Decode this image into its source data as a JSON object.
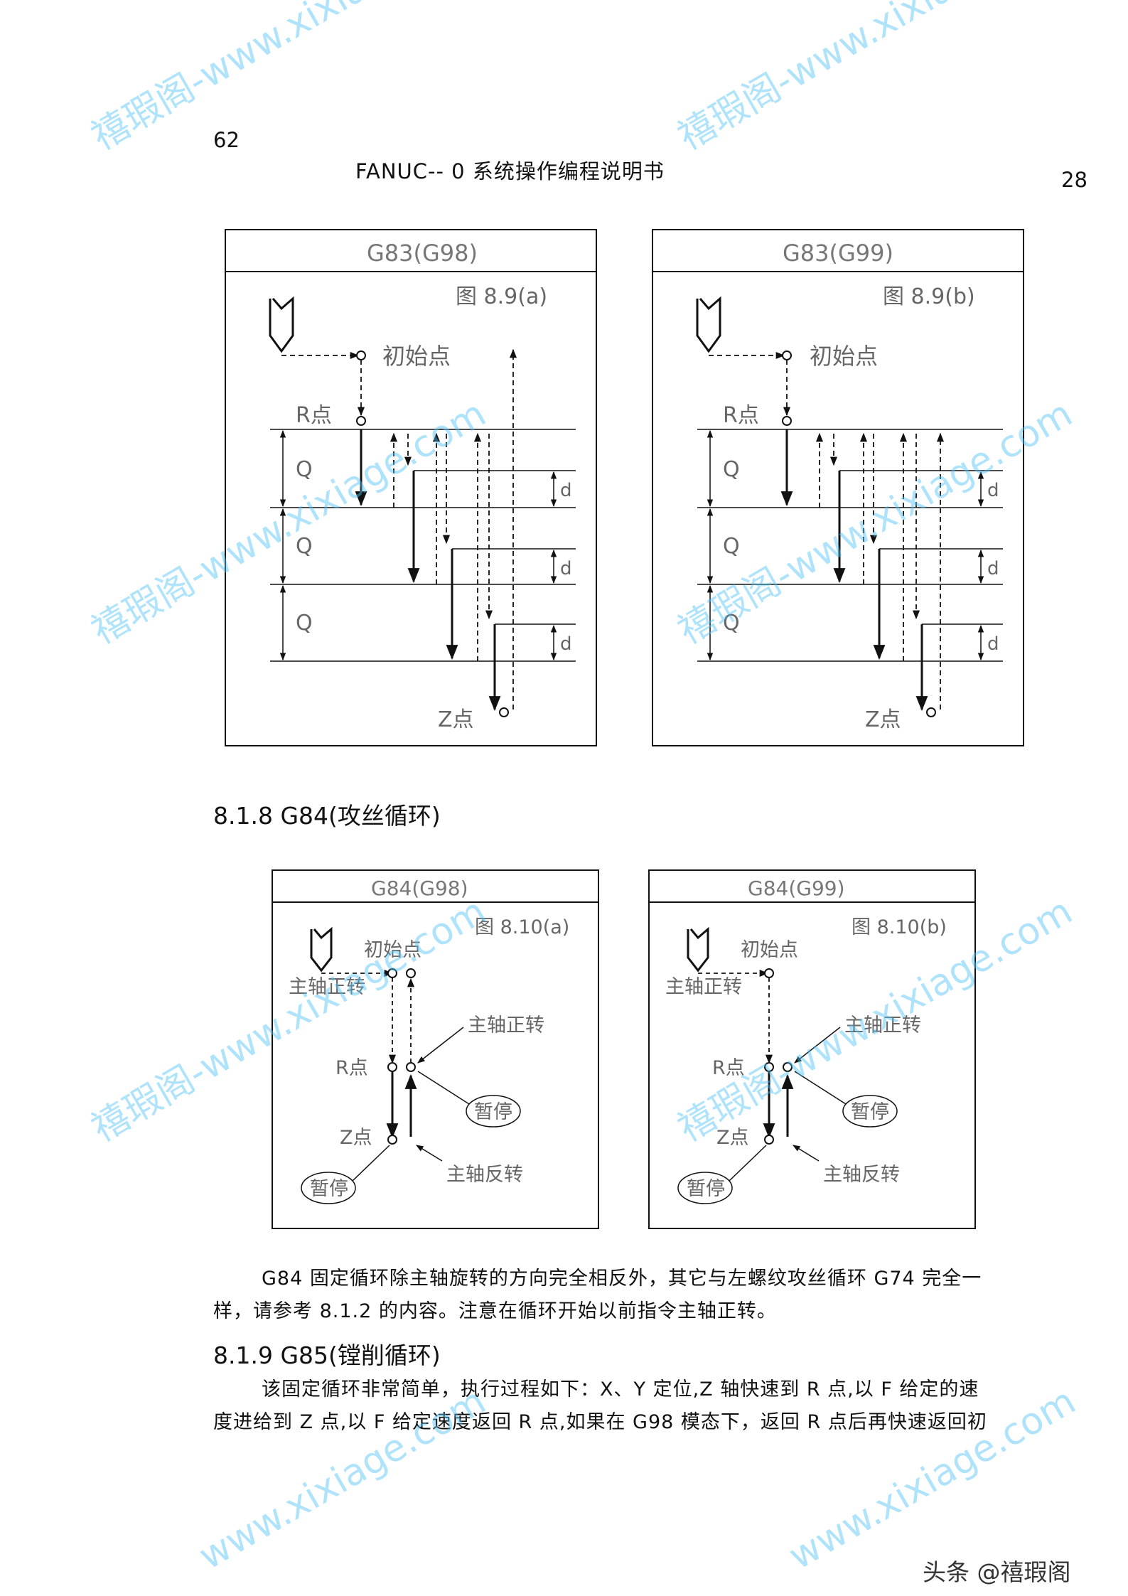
{
  "header": {
    "page_left": "62",
    "title": "FANUC-- 0 系统操作编程说明书",
    "page_right": "28"
  },
  "figures_g83": [
    {
      "box_title": "G83(G98)",
      "caption": "图 8.9(a)",
      "labels": {
        "initial_point": "初始点",
        "r_point": "R点",
        "z_point": "Z点",
        "q": "Q",
        "d": "d"
      }
    },
    {
      "box_title": "G83(G99)",
      "caption": "图 8.9(b)",
      "labels": {
        "initial_point": "初始点",
        "r_point": "R点",
        "z_point": "Z点",
        "q": "Q",
        "d": "d"
      }
    }
  ],
  "section_818": {
    "heading": "8.1.8  G84(攻丝循环)"
  },
  "figures_g84": [
    {
      "box_title": "G84(G98)",
      "caption": "图 8.10(a)",
      "labels": {
        "initial_point": "初始点",
        "spindle_cw_top": "主轴正转",
        "spindle_cw_mid": "主轴正转",
        "r_point": "R点",
        "dwell_right": "暂停",
        "z_point": "Z点",
        "dwell_left": "暂停",
        "spindle_ccw": "主轴反转"
      }
    },
    {
      "box_title": "G84(G99)",
      "caption": "图 8.10(b)",
      "labels": {
        "initial_point": "初始点",
        "spindle_cw_top": "主轴正转",
        "spindle_cw_mid": "主轴正转",
        "r_point": "R点",
        "dwell_right": "暂停",
        "z_point": "Z点",
        "dwell_left": "暂停",
        "spindle_ccw": "主轴反转"
      }
    }
  ],
  "paragraph_g84": [
    "G84 固定循环除主轴旋转的方向完全相反外，其它与左螺纹攻丝循环 G74 完全一",
    "样，请参考 8.1.2 的内容。注意在循环开始以前指令主轴正转。"
  ],
  "section_819": {
    "heading": "8.1.9  G85(镗削循环)",
    "lines": [
      "该固定循环非常简单，执行过程如下：X、Y 定位,Z 轴快速到 R 点,以 F 给定的速",
      "度进给到 Z 点,以 F 给定速度返回 R 点,如果在 G98 模态下，返回 R 点后再快速返回初"
    ]
  },
  "watermark": {
    "text_full": "禧瑕阁-www.xixiage.com",
    "text_cut": "禧瑕阁-www.xixiage.",
    "text_domain": "www.xixiage.com",
    "color": "#4fc3f7"
  },
  "source_tag": "头条 @禧瑕阁"
}
